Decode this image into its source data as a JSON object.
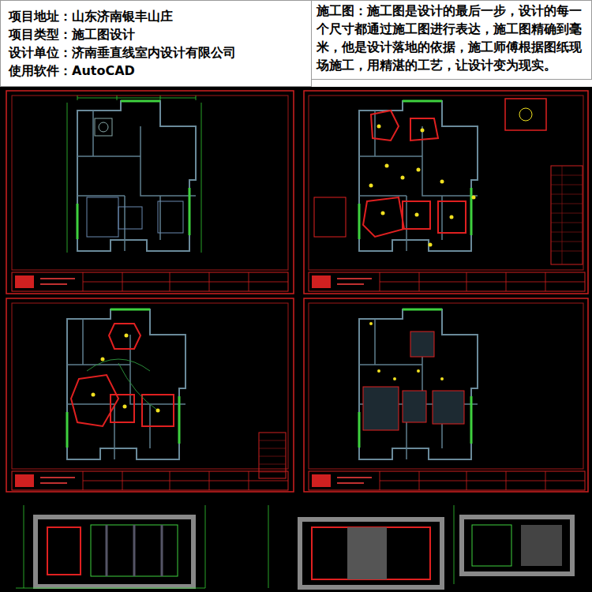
{
  "diagram": {
    "nodes": [
      {
        "text": [
          "项目地址：山东济南银丰山庄",
          "项目类型：施工图设计",
          "设计单位：济南垂直线室内设计有限公司",
          "使用软件：AutoCAD"
        ]
      },
      {
        "text": [
          "施工图：施工图是设计的最后一步，设计的每一个尺寸都通过施工图进行表达，施工图精确到毫米，他是设计落地的依据，施工师傅根据图纸现场施工，用精湛的工艺，让设计变为现实。"
        ]
      }
    ]
  }
}
